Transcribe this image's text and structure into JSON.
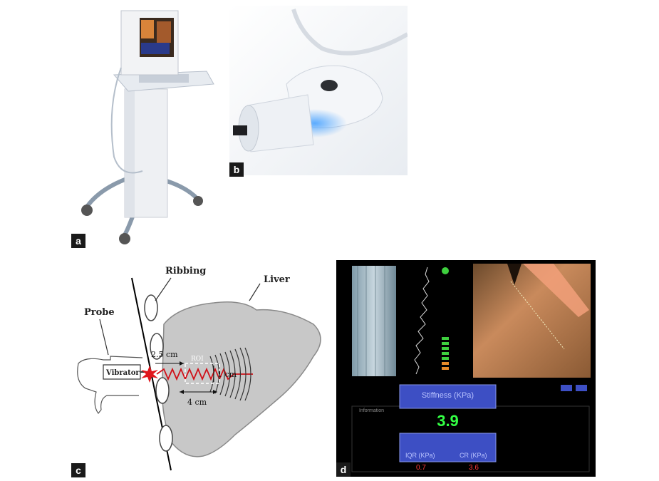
{
  "panels": {
    "a": {
      "letter": "a"
    },
    "b": {
      "letter": "b"
    },
    "c": {
      "letter": "c"
    },
    "d": {
      "letter": "d"
    }
  },
  "diagram": {
    "probe_label": "Probe",
    "ribbing_label": "Ribbing",
    "liver_label": "Liver",
    "vibrator_label": "Vibrator",
    "roi_label": "ROI",
    "depth_label": "2.5 cm",
    "width_label": "1 cm",
    "length_label": "4 cm"
  },
  "screen": {
    "stiffness_header": "Stiffness (KPa)",
    "info_label": "Information",
    "stiffness_value": "3.9",
    "iqr_label": "IQR (KPa)",
    "cr_label": "CR (KPa)",
    "iqr_value": "0.7",
    "cr_value": "3.6",
    "value_color": "#33ff44",
    "box_color": "#3d4fc4"
  }
}
